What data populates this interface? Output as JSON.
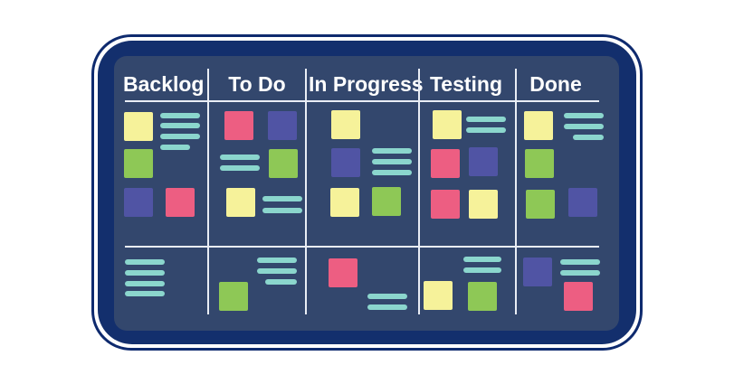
{
  "board": {
    "columns": [
      {
        "title": "Backlog"
      },
      {
        "title": "To Do"
      },
      {
        "title": "In Progress"
      },
      {
        "title": "Testing"
      },
      {
        "title": "Done"
      }
    ]
  },
  "colors": {
    "frame": "#132f6d",
    "board": "#33476d",
    "divider": "#e9edf5",
    "yellow": "#f6f29a",
    "green": "#8ec856",
    "pink": "#ed5e82",
    "blue": "#5054a4",
    "text_line": "#8bd6cd"
  }
}
